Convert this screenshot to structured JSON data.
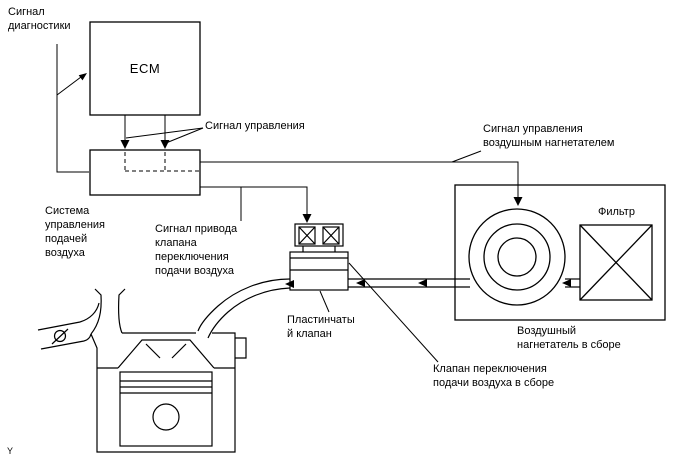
{
  "diagram": {
    "labels": {
      "diagnostic_signal": "Сигнал\nдиагностики",
      "ecm": "ECM",
      "control_signal": "Сигнал управления",
      "air_supply_system": "Система\nуправления\nподачей\nвоздуха",
      "blower_control_signal": "Сигнал управления\nвоздушным нагнетателем",
      "asv_drive_signal": "Сигнал привода\nклапана\nпереключения\nподачи воздуха",
      "filter": "Фильтр",
      "reed_valve": "Пластинчаты\nй клапан",
      "blower_assembly": "Воздушный\nнагнетатель в сборе",
      "asv_assembly": "Клапан переключения\nподачи воздуха в сборе",
      "figure_marker": "Y"
    },
    "colors": {
      "line": "#000000",
      "background": "#ffffff"
    }
  }
}
